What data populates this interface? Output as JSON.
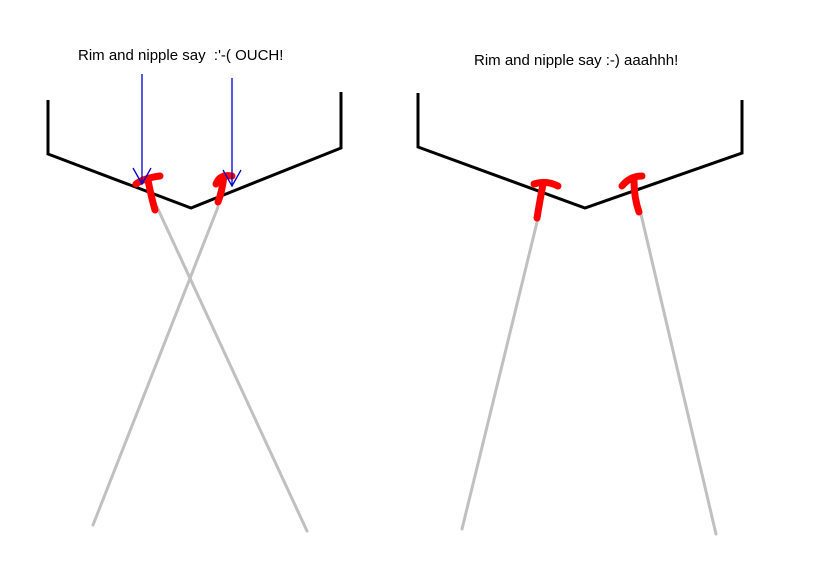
{
  "left_panel": {
    "caption": "Rim and nipple say  :'-( OUCH!",
    "spoke_pattern": "crossed"
  },
  "right_panel": {
    "caption": "Rim and nipple say :-) aaahhh!",
    "spoke_pattern": "straight"
  },
  "colors": {
    "rim": "#000000",
    "spoke": "#c0c0c0",
    "nipple": "#ff0000",
    "arrow": "#0000cc"
  }
}
